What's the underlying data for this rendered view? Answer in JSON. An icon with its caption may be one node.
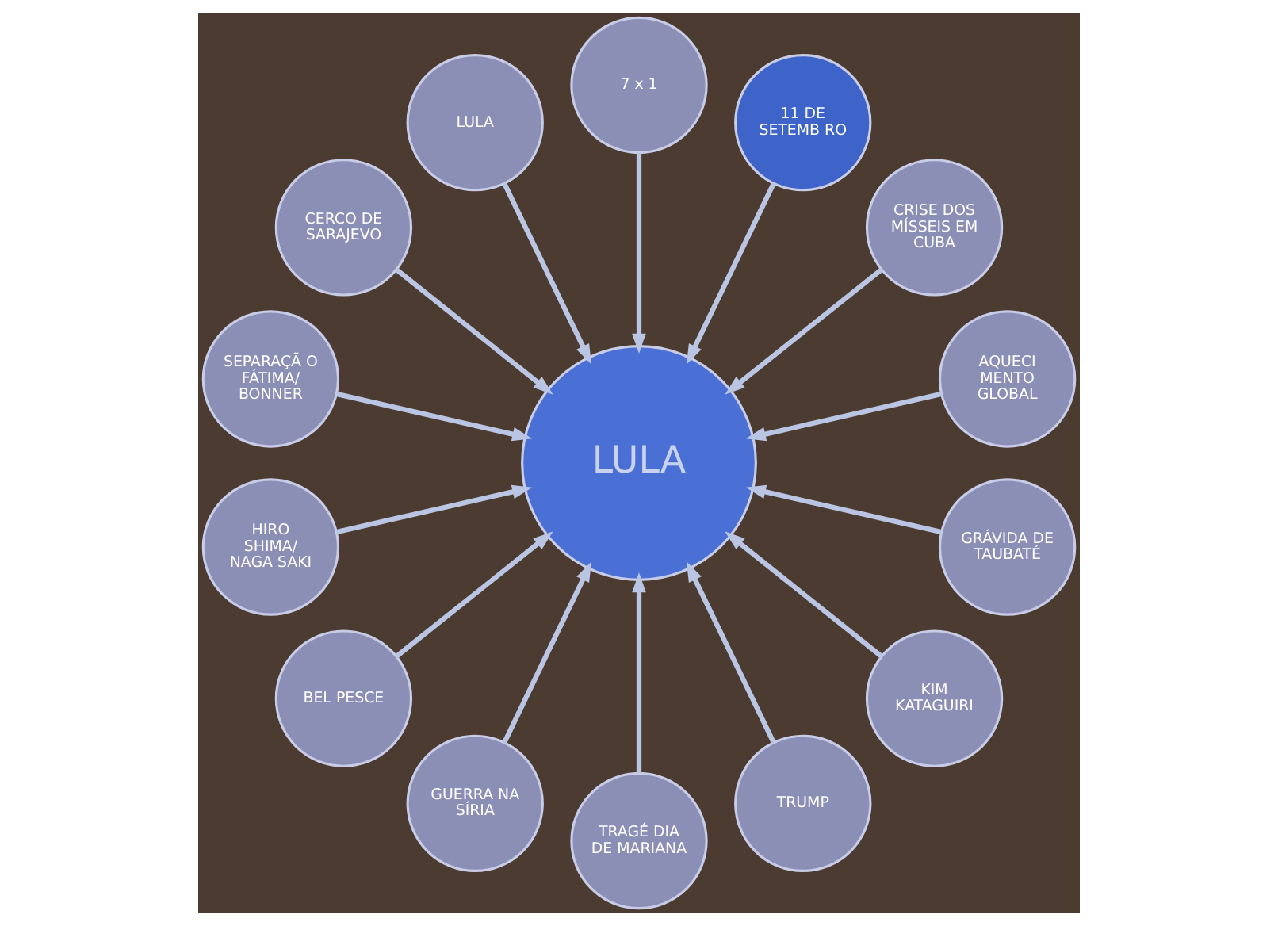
{
  "diagram": {
    "nodes": [
      {
        "text": [
          "AQUECI MENTO GLOBAL"
        ]
      },
      {
        "text": [
          "CRISE DOS MÍSSEIS EM CUBA"
        ]
      },
      {
        "text": [
          "11 DE SETEMB RO"
        ]
      },
      {
        "text": [
          "7 x 1"
        ]
      },
      {
        "text": [
          "LULA"
        ]
      },
      {
        "text": [
          "CERCO DE SARAJEVO"
        ]
      },
      {
        "text": [
          "LULA"
        ]
      },
      {
        "text": [
          "SEPARAÇÃ O FÁTIMA/ BONNER"
        ]
      },
      {
        "text": [
          "HIRO SHIMA/ NAGA SAKI"
        ]
      },
      {
        "text": [
          "BEL PESCE"
        ]
      },
      {
        "text": [
          "GUERRA NA SÍRIA"
        ]
      },
      {
        "text": [
          "TRAGÉ DIA DE MARIANA"
        ]
      },
      {
        "text": [
          "TRUMP"
        ]
      },
      {
        "text": [
          "KIM KATAGUIRI"
        ]
      },
      {
        "text": [
          "GRÁVIDA DE TAUBATÉ"
        ]
      }
    ],
    "edges": [
      {
        "from": 0,
        "to": 6,
        "arrow": "to"
      },
      {
        "from": 1,
        "to": 6,
        "arrow": "to"
      },
      {
        "from": 2,
        "to": 6,
        "arrow": "to"
      },
      {
        "from": 3,
        "to": 6,
        "arrow": "to"
      },
      {
        "from": 4,
        "to": 6,
        "arrow": "to"
      },
      {
        "from": 5,
        "to": 6,
        "arrow": "to"
      },
      {
        "from": 7,
        "to": 6,
        "arrow": "to"
      },
      {
        "from": 8,
        "to": 6,
        "arrow": "to"
      },
      {
        "from": 9,
        "to": 6,
        "arrow": "to"
      },
      {
        "from": 10,
        "to": 6,
        "arrow": "to"
      },
      {
        "from": 11,
        "to": 6,
        "arrow": "to"
      },
      {
        "from": 12,
        "to": 6,
        "arrow": "to"
      },
      {
        "from": 13,
        "to": 6,
        "arrow": "to"
      },
      {
        "from": 14,
        "to": 6,
        "arrow": "to"
      }
    ]
  }
}
